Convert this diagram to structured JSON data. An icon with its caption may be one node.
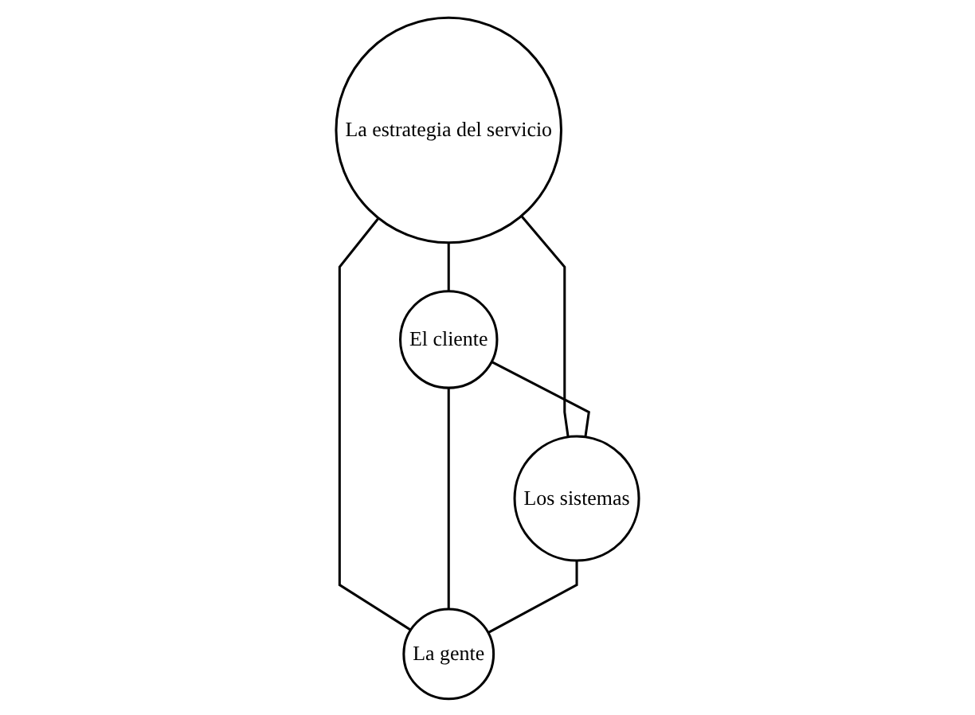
{
  "diagram": {
    "nodes": [
      {
        "text": [
          "La estrategia del servicio"
        ]
      },
      {
        "text": [
          "El cliente"
        ]
      },
      {
        "text": [
          "Los sistemas"
        ]
      },
      {
        "text": [
          "La gente"
        ]
      }
    ],
    "edges": [
      {
        "from": 0,
        "to": 1,
        "arrow": "none"
      },
      {
        "from": 0,
        "to": 2,
        "arrow": "none"
      },
      {
        "from": 0,
        "to": 3,
        "arrow": "none"
      },
      {
        "from": 1,
        "to": 2,
        "arrow": "none"
      },
      {
        "from": 1,
        "to": 3,
        "arrow": "none"
      },
      {
        "from": 2,
        "to": 3,
        "arrow": "none"
      }
    ]
  }
}
